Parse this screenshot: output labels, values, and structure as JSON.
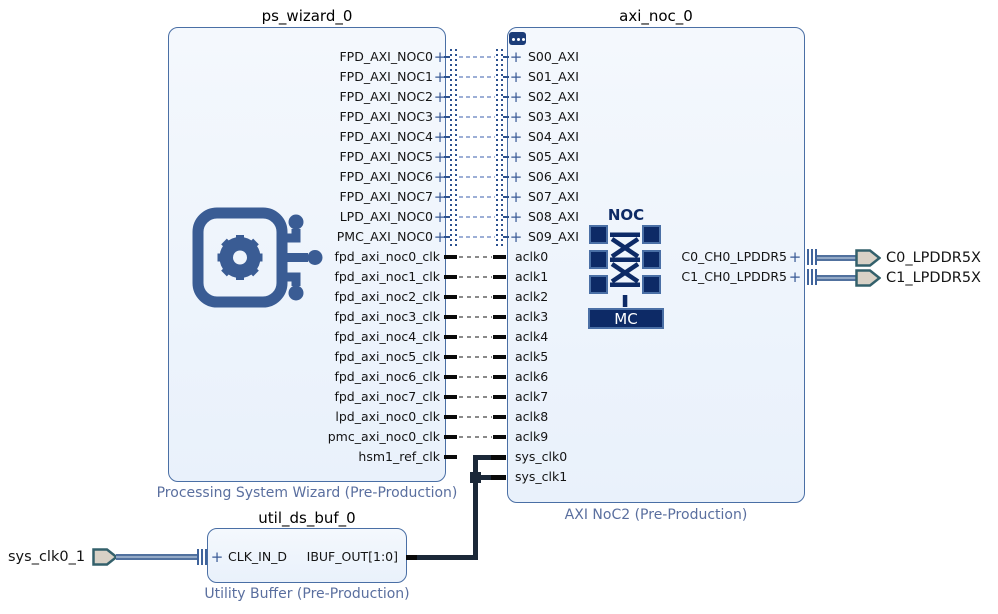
{
  "icons": {
    "plus": "+"
  },
  "diagram": {
    "blocks": {
      "ps_wizard": {
        "title": "ps_wizard_0",
        "caption": "Processing System Wizard (Pre-Production)",
        "interface_ports": [
          "FPD_AXI_NOC0",
          "FPD_AXI_NOC1",
          "FPD_AXI_NOC2",
          "FPD_AXI_NOC3",
          "FPD_AXI_NOC4",
          "FPD_AXI_NOC5",
          "FPD_AXI_NOC6",
          "FPD_AXI_NOC7",
          "LPD_AXI_NOC0",
          "PMC_AXI_NOC0"
        ],
        "clock_ports": [
          "fpd_axi_noc0_clk",
          "fpd_axi_noc1_clk",
          "fpd_axi_noc2_clk",
          "fpd_axi_noc3_clk",
          "fpd_axi_noc4_clk",
          "fpd_axi_noc5_clk",
          "fpd_axi_noc6_clk",
          "fpd_axi_noc7_clk",
          "lpd_axi_noc0_clk",
          "pmc_axi_noc0_clk",
          "hsm1_ref_clk"
        ]
      },
      "axi_noc": {
        "title": "axi_noc_0",
        "caption": "AXI NoC2 (Pre-Production)",
        "slave_ports": [
          "S00_AXI",
          "S01_AXI",
          "S02_AXI",
          "S03_AXI",
          "S04_AXI",
          "S05_AXI",
          "S06_AXI",
          "S07_AXI",
          "S08_AXI",
          "S09_AXI"
        ],
        "clock_ports": [
          "aclk0",
          "aclk1",
          "aclk2",
          "aclk3",
          "aclk4",
          "aclk5",
          "aclk6",
          "aclk7",
          "aclk8",
          "aclk9",
          "sys_clk0",
          "sys_clk1"
        ],
        "mem_ports": [
          "C0_CH0_LPDDR5",
          "C1_CH0_LPDDR5"
        ],
        "noc_graphic": {
          "label": "NOC",
          "mc_label": "MC"
        }
      },
      "util_ds_buf": {
        "title": "util_ds_buf_0",
        "caption": "Utility Buffer (Pre-Production)",
        "input_port": "CLK_IN_D",
        "output_port": "IBUF_OUT[1:0]"
      }
    },
    "external_ports": {
      "input": {
        "label": "sys_clk0_1"
      },
      "outputs": [
        {
          "label": "C0_LPDDR5X"
        },
        {
          "label": "C1_LPDDR5X"
        }
      ]
    },
    "colors": {
      "block_border": "#4a6fa5",
      "block_fill": "#edf3fc",
      "caption": "#5a6f9f",
      "noc_navy": "#0d2a66",
      "icon_blue": "#3a5c94",
      "net_dark": "#1b2838",
      "bus_slate": "#51719e",
      "iface_dash": "#9dafd6",
      "iface_dot": "#2d5290",
      "port_fill_tan": "#d8d1c6",
      "port_border_teal": "#33606b"
    }
  }
}
